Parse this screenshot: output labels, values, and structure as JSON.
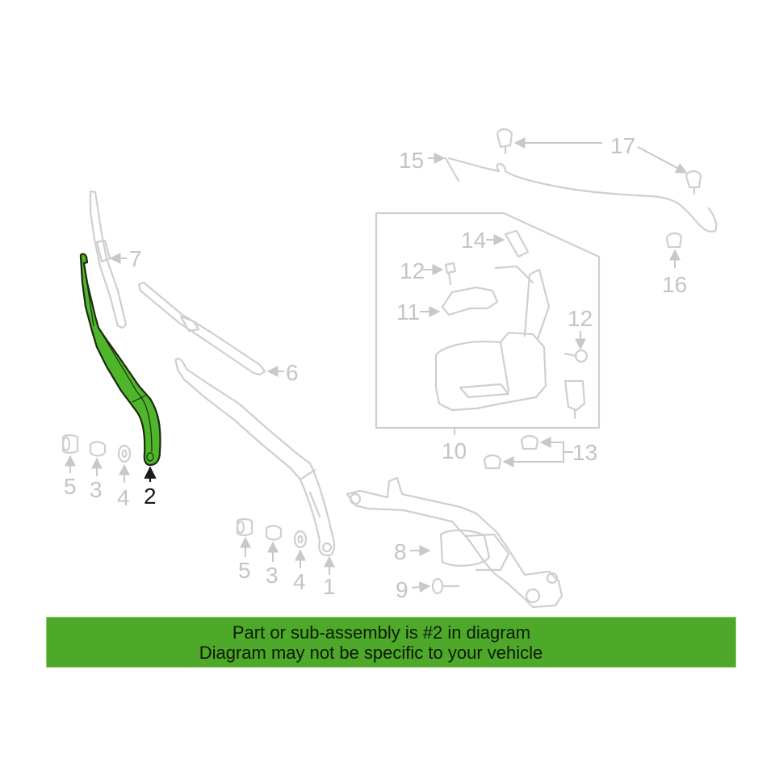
{
  "diagram": {
    "title": "Windshield wiper and washer system exploded parts diagram",
    "highlighted_part": "2",
    "highlight_color": "#4fb52a",
    "callouts": [
      {
        "number": "1",
        "label": "1"
      },
      {
        "number": "2",
        "label": "2"
      },
      {
        "number": "3",
        "label": "3"
      },
      {
        "number": "3b",
        "label": "3"
      },
      {
        "number": "4",
        "label": "4"
      },
      {
        "number": "4b",
        "label": "4"
      },
      {
        "number": "5",
        "label": "5"
      },
      {
        "number": "5b",
        "label": "5"
      },
      {
        "number": "6",
        "label": "6"
      },
      {
        "number": "7",
        "label": "7"
      },
      {
        "number": "8",
        "label": "8"
      },
      {
        "number": "9",
        "label": "9"
      },
      {
        "number": "10",
        "label": "10"
      },
      {
        "number": "11",
        "label": "11"
      },
      {
        "number": "12",
        "label": "12"
      },
      {
        "number": "12b",
        "label": "12"
      },
      {
        "number": "13",
        "label": "13"
      },
      {
        "number": "14",
        "label": "14"
      },
      {
        "number": "15",
        "label": "15"
      },
      {
        "number": "16",
        "label": "16"
      },
      {
        "number": "17",
        "label": "17"
      }
    ]
  },
  "banner": {
    "line1": "Part or sub-assembly is #2 in diagram",
    "line2": "Diagram may not be specific to your vehicle",
    "background_color": "#4ea82a"
  }
}
